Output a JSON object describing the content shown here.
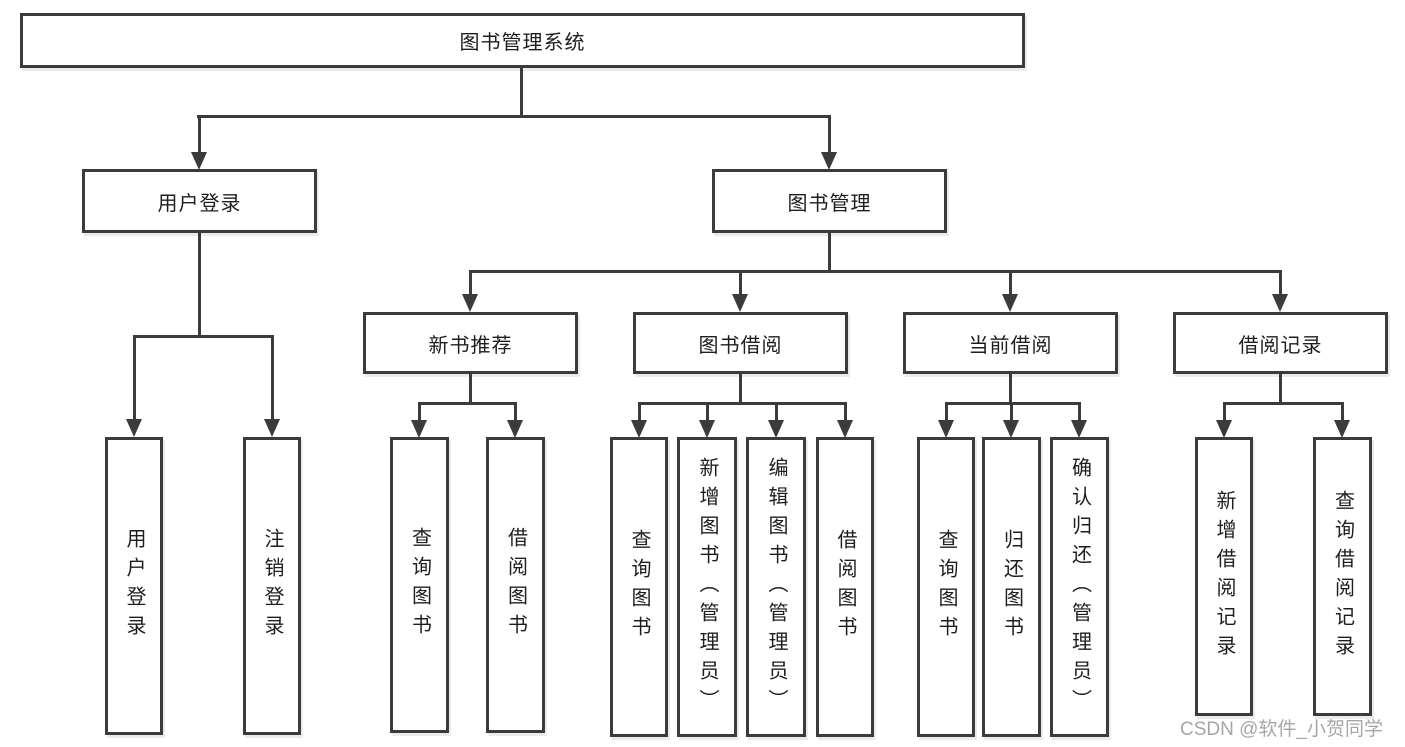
{
  "diagram": {
    "root": {
      "label": "图书管理系统"
    },
    "branches": [
      {
        "label": "用户登录",
        "children": [
          "用户登录",
          "注销登录"
        ]
      },
      {
        "label": "图书管理",
        "groups": [
          {
            "label": "新书推荐",
            "children": [
              "查询图书",
              "借阅图书"
            ]
          },
          {
            "label": "图书借阅",
            "children": [
              "查询图书",
              "新增图书（管理员）",
              "编辑图书（管理员）",
              "借阅图书"
            ]
          },
          {
            "label": "当前借阅",
            "children": [
              "查询图书",
              "归还图书",
              "确认归还（管理员）"
            ]
          },
          {
            "label": "借阅记录",
            "children": [
              "新增借阅记录",
              "查询借阅记录"
            ]
          }
        ]
      }
    ]
  },
  "watermark": {
    "text": "CSDN @软件_小贺同学"
  },
  "colors": {
    "line": "#3b3b3b",
    "box_border": "#3b3b3b",
    "box_fill": "#ffffff",
    "text": "#1e1e1e",
    "watermark": "#a6a6aa",
    "background": "#ffffff"
  }
}
